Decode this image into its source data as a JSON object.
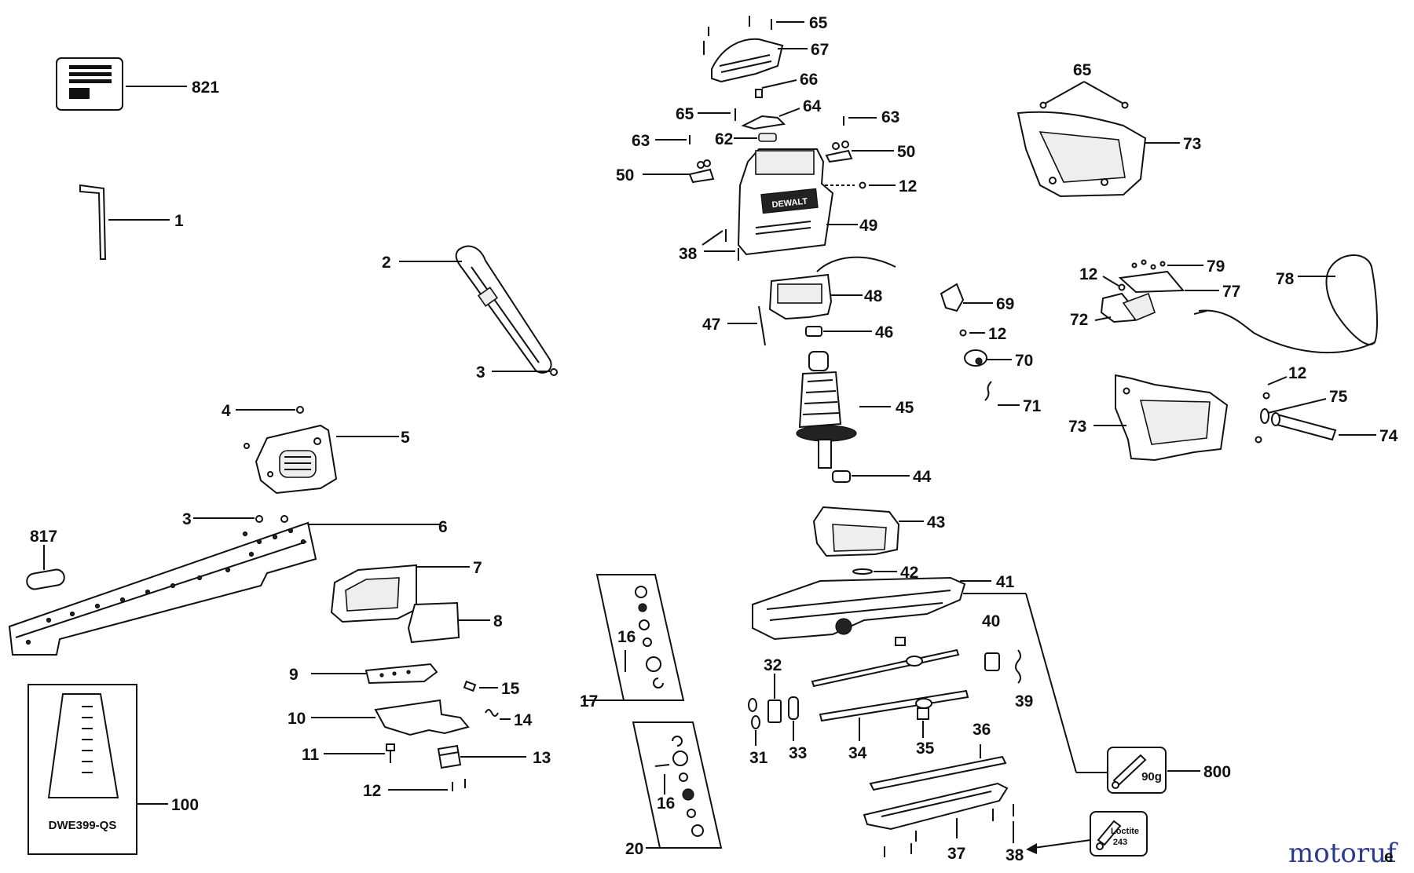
{
  "diagram": {
    "labels": {
      "l821": "821",
      "l1": "1",
      "l2": "2",
      "l3a": "3",
      "l4": "4",
      "l5": "5",
      "l3b": "3",
      "l6": "6",
      "l817": "817",
      "l7": "7",
      "l8": "8",
      "l9": "9",
      "l10": "10",
      "l15": "15",
      "l14": "14",
      "l11": "11",
      "l13": "13",
      "l12a": "12",
      "l100": "100",
      "l65a": "65",
      "l67": "67",
      "l66": "66",
      "l65b": "65",
      "l64": "64",
      "l63a": "63",
      "l63b": "63",
      "l62": "62",
      "l50a": "50",
      "l50b": "50",
      "l12b": "12",
      "l49": "49",
      "l38a": "38",
      "l48": "48",
      "l47": "47",
      "l46": "46",
      "l45": "45",
      "l44": "44",
      "l43": "43",
      "l42": "42",
      "l41": "41",
      "l40": "40",
      "l39": "39",
      "l32": "32",
      "l33": "33",
      "l31": "31",
      "l34": "34",
      "l35": "35",
      "l36": "36",
      "l37": "37",
      "l38b": "38",
      "l800": "800",
      "l16a": "16",
      "l17": "17",
      "l16b": "16",
      "l20": "20",
      "l65c": "65",
      "l73a": "73",
      "l69": "69",
      "l12c": "12",
      "l70": "70",
      "l71": "71",
      "l12d": "12",
      "l79": "79",
      "l77": "77",
      "l78": "78",
      "l72": "72",
      "l12e": "12",
      "l75": "75",
      "l73b": "73",
      "l74": "74"
    },
    "kit_label": "DWE399-QS",
    "grease_label": "90g",
    "loctite_label": "Loctite",
    "loctite_code": "243",
    "brand_name": "DEWALT",
    "watermark": "motoruf",
    "watermark_suffix": "e"
  },
  "colors": {
    "ink": "#111111",
    "watermark_blue": "#2b3a8f",
    "watermark_orange": "#e07a1f"
  }
}
